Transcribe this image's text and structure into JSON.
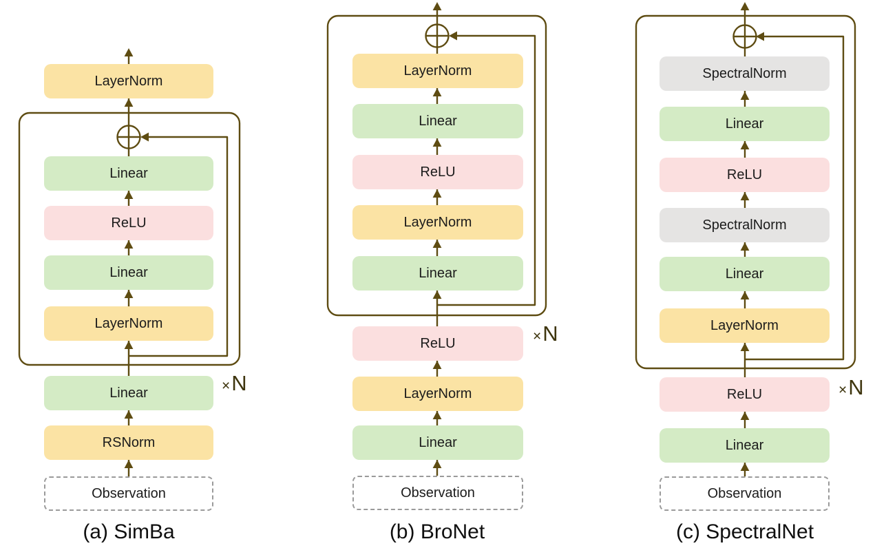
{
  "figure": {
    "type": "neural-network-architecture-diagram",
    "columns": [
      {
        "caption": "(a) SimBa",
        "above_box": [
          "LayerNorm"
        ],
        "residual_box": [
          "Linear",
          "ReLU",
          "Linear",
          "LayerNorm"
        ],
        "below_box": [
          "Linear",
          "RSNorm"
        ],
        "input_label": "Observation",
        "repeat": {
          "times": "×",
          "n": "N"
        }
      },
      {
        "caption": "(b) BroNet",
        "above_box": [],
        "residual_box": [
          "LayerNorm",
          "Linear",
          "ReLU",
          "LayerNorm",
          "Linear"
        ],
        "below_box": [
          "ReLU",
          "LayerNorm",
          "Linear"
        ],
        "input_label": "Observation",
        "repeat": {
          "times": "×",
          "n": "N"
        }
      },
      {
        "caption": "(c) SpectralNet",
        "above_box": [],
        "residual_box": [
          "SpectralNorm",
          "Linear",
          "ReLU",
          "SpectralNorm",
          "Linear",
          "LayerNorm"
        ],
        "below_box": [
          "ReLU",
          "Linear"
        ],
        "input_label": "Observation",
        "repeat": {
          "times": "×",
          "n": "N"
        }
      }
    ],
    "icons": {
      "residual_add": "circled-plus",
      "flow_arrow": "up-arrow"
    }
  },
  "colors": {
    "line": "#5e4c12",
    "norm_yellow": "#fbe3a4",
    "linear_green": "#d4ebc5",
    "relu_pink": "#fbdfdf",
    "spectral_gray": "#e5e4e3",
    "observation_border": "#9a9a9a",
    "repeat_text": "#3e350e",
    "text": "#1b1b1b"
  }
}
